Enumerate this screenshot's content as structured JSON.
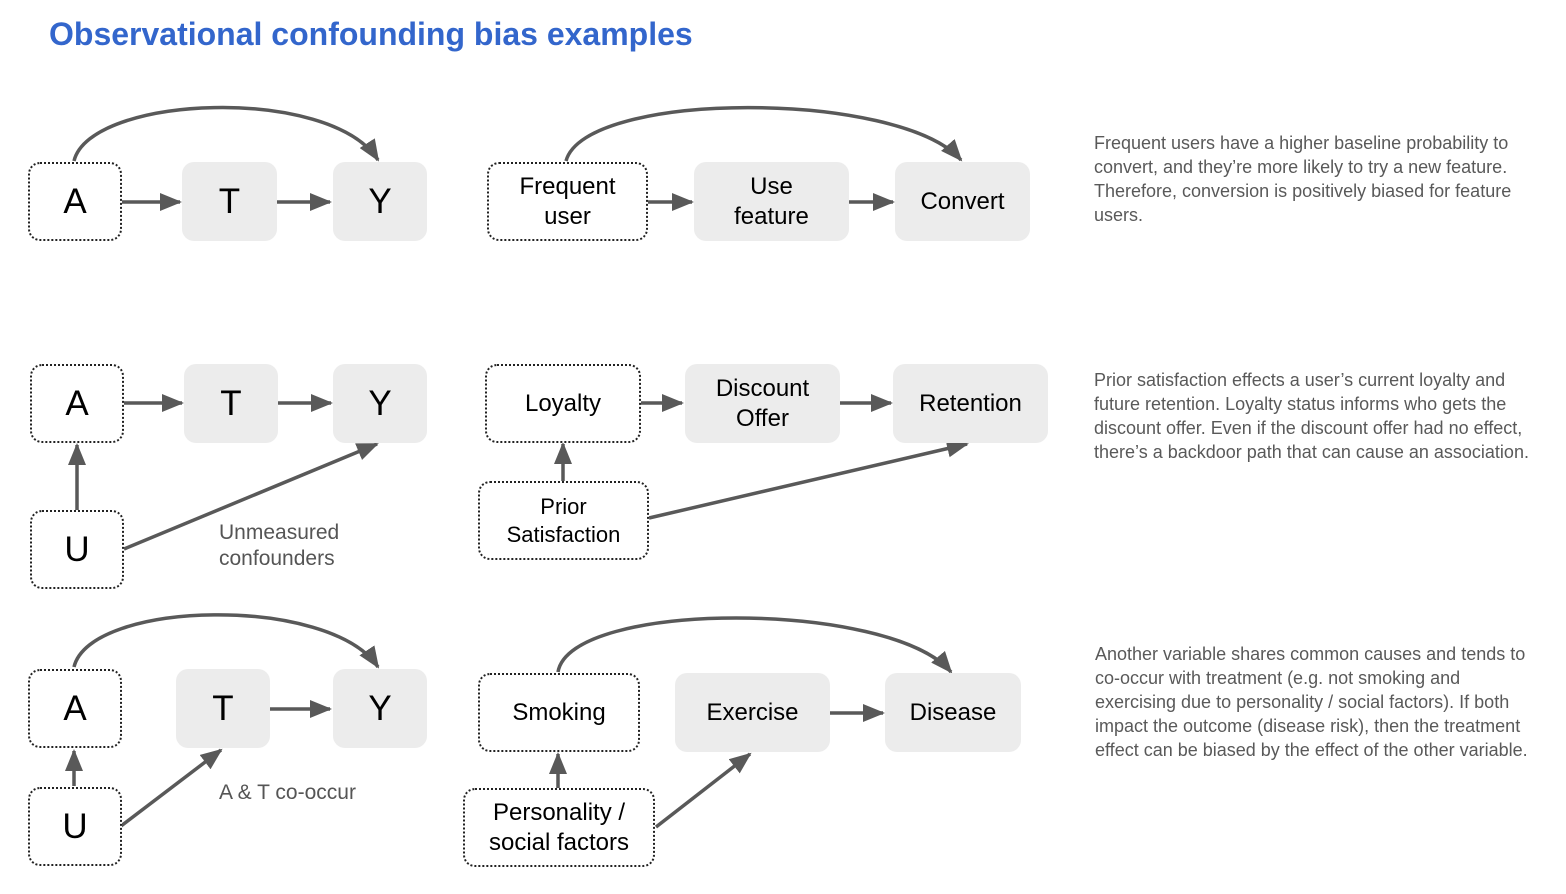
{
  "title": "Observational confounding bias examples",
  "colors": {
    "title": "#3366cc",
    "arrow": "#595959",
    "box_fill": "#ececec",
    "dotted_border": "#222222",
    "description_text": "#595959",
    "annotation_text": "#555555"
  },
  "rows": [
    {
      "abstract": {
        "a": "A",
        "t": "T",
        "y": "Y"
      },
      "example": {
        "a": "Frequent\nuser",
        "t": "Use\nfeature",
        "y": "Convert"
      },
      "description": "Frequent users have a higher baseline probability to convert, and they’re more likely to try a new feature. Therefore, conversion is positively biased for feature users."
    },
    {
      "abstract": {
        "a": "A",
        "t": "T",
        "y": "Y",
        "u": "U",
        "annotation": "Unmeasured\nconfounders"
      },
      "example": {
        "a": "Loyalty",
        "t": "Discount\nOffer",
        "y": "Retention",
        "u": "Prior\nSatisfaction"
      },
      "description": "Prior satisfaction effects a user’s current loyalty and future retention. Loyalty status informs who gets the discount offer. Even if the discount offer had no effect, there’s a backdoor path that can cause an association."
    },
    {
      "abstract": {
        "a": "A",
        "t": "T",
        "y": "Y",
        "u": "U",
        "annotation": "A & T co-occur"
      },
      "example": {
        "a": "Smoking",
        "t": "Exercise",
        "y": "Disease",
        "u": "Personality /\nsocial factors"
      },
      "description": "Another variable shares common causes and tends to co-occur with treatment (e.g. not smoking and exercising due to personality / social factors). If both impact the outcome (disease risk), then the treatment effect can be biased by the effect of the other variable."
    }
  ]
}
